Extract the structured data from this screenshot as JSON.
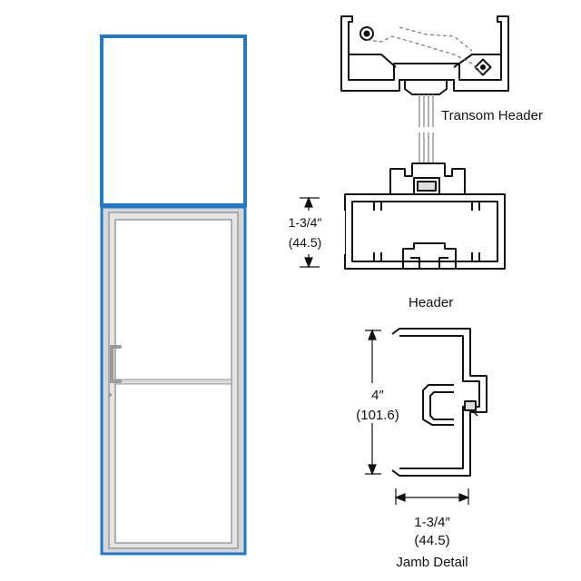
{
  "labels": {
    "transom_header": "Transom Header",
    "header": "Header",
    "jamb_detail": "Jamb Detail"
  },
  "dimensions": {
    "header_depth_in": "1-3/4″",
    "header_depth_mm": "(44.5)",
    "jamb_width_in": "4″",
    "jamb_width_mm": "(101.6)",
    "jamb_depth_in": "1-3/4″",
    "jamb_depth_mm": "(44.5)"
  },
  "colors": {
    "transom_frame": "#1f78c8",
    "door_frame": "#c8c8c8",
    "line": "#111111",
    "glazing": "#b0b0b0"
  }
}
